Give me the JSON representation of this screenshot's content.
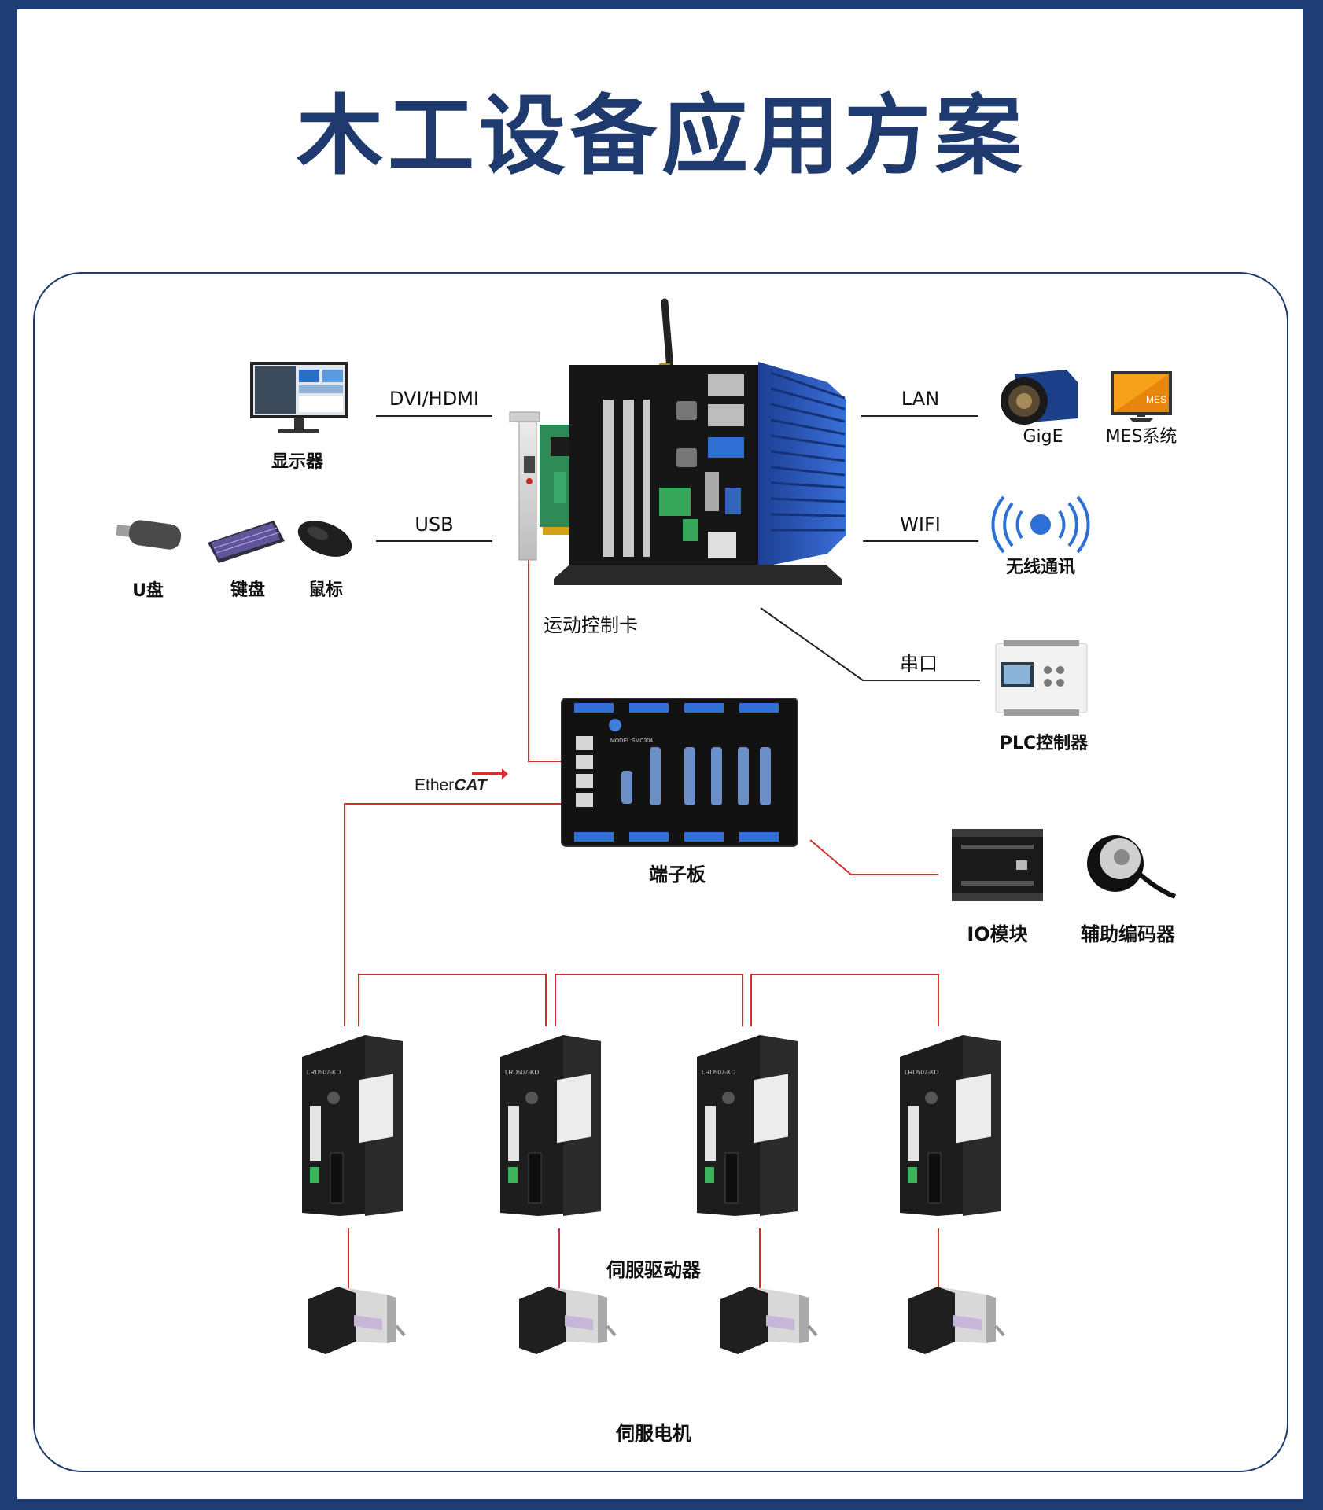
{
  "title": "木工设备应用方案",
  "connections": {
    "dvi_hdmi": "DVI/HDMI",
    "usb": "USB",
    "lan": "LAN",
    "wifi": "WIFI",
    "serial": "串口",
    "ethercat_prefix": "Ether",
    "ethercat_suffix": "CAT"
  },
  "devices": {
    "monitor": "显示器",
    "usb_drive": "U盘",
    "keyboard": "键盘",
    "mouse": "鼠标",
    "motion_card": "运动控制卡",
    "camera": "GigE",
    "mes": "MES系统",
    "mes_screen_text": "MES",
    "wireless": "无线通讯",
    "plc": "PLC控制器",
    "terminal_board": "端子板",
    "terminal_model": "MODEL:SMC304",
    "io_module": "IO模块",
    "encoder": "辅助编码器",
    "servo_driver": "伺服驱动器",
    "driver_model": "LRD507-KD",
    "servo_motor": "伺服电机"
  },
  "colors": {
    "frame": "#1e3a6e",
    "background": "#1f3d75",
    "ethercat_line": "#d32f2f",
    "black_line": "#222222",
    "ipc_blue": "#2a56b8"
  }
}
